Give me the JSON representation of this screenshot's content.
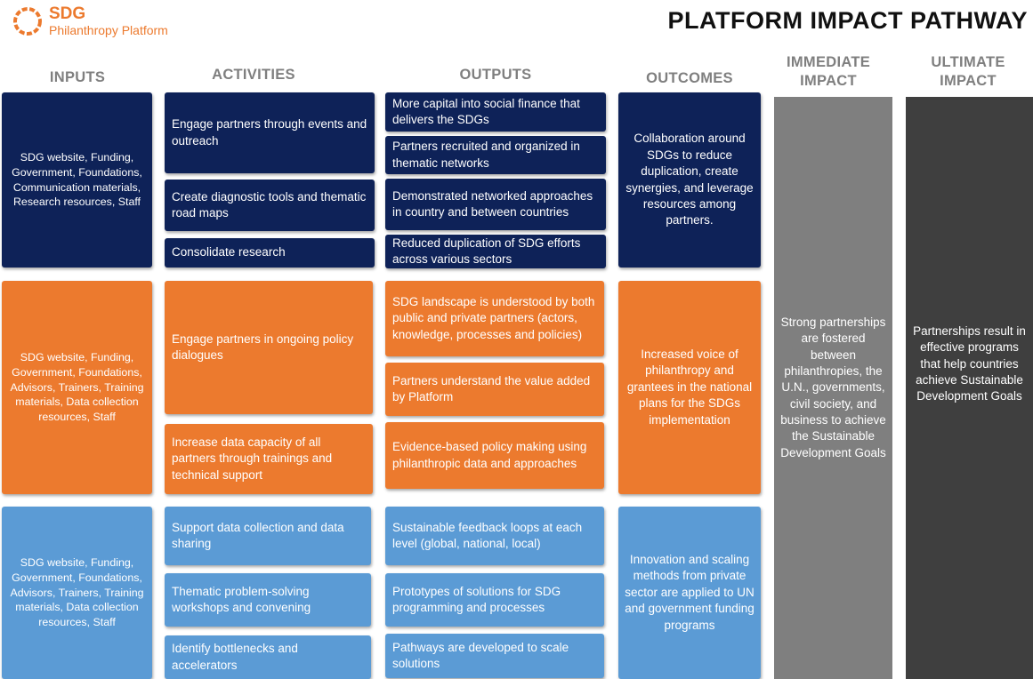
{
  "logo": {
    "brand": "SDG",
    "subtitle": "Philanthropy Platform"
  },
  "title": "PLATFORM IMPACT PATHWAY",
  "columns": {
    "inputs": "INPUTS",
    "activities": "ACTIVITIES",
    "outputs": "OUTPUTS",
    "outcomes": "OUTCOMES",
    "immediate_impact": "IMMEDIATE IMPACT",
    "ultimate_impact": "ULTIMATE IMPACT"
  },
  "colors": {
    "navy": "#0e2258",
    "orange": "#ec7a2e",
    "light_blue": "#5b9bd5",
    "immediate": "#7f7f7f",
    "ultimate": "#3f3f3f"
  },
  "rows": [
    {
      "color": "navy",
      "input": "SDG website, Funding, Government, Foundations, Communication materials, Research resources, Staff",
      "activities": [
        "Engage partners through events and outreach",
        "Create diagnostic tools and thematic road maps",
        "Consolidate research"
      ],
      "outputs": [
        "More capital into social finance that delivers the SDGs",
        "Partners recruited and organized in thematic networks",
        "Demonstrated networked approaches in country and between countries",
        "Reduced duplication of SDG efforts across various sectors"
      ],
      "outcome": "Collaboration around SDGs to reduce duplication, create synergies, and leverage resources among partners."
    },
    {
      "color": "orange",
      "input": "SDG website, Funding, Government, Foundations, Advisors, Trainers, Training materials, Data collection resources, Staff",
      "activities": [
        "Engage partners in ongoing policy dialogues",
        "Increase data capacity of all partners through trainings and technical support"
      ],
      "outputs": [
        "SDG landscape is understood by both public and private partners (actors, knowledge, processes and policies)",
        "Partners understand the value added by Platform",
        "Evidence-based policy making using philanthropic data and approaches"
      ],
      "outcome": "Increased voice of philanthropy and grantees in the national plans for the SDGs implementation"
    },
    {
      "color": "light_blue",
      "input": "SDG website, Funding, Government, Foundations, Advisors, Trainers, Training materials, Data collection resources, Staff",
      "activities": [
        "Support data collection and data sharing",
        "Thematic problem-solving workshops and convening",
        "Identify bottlenecks and accelerators"
      ],
      "outputs": [
        "Sustainable feedback loops at each level (global, national, local)",
        "Prototypes of solutions for SDG programming and processes",
        "Pathways are developed to scale solutions"
      ],
      "outcome": "Innovation and scaling methods from private sector are applied to UN and government funding programs"
    }
  ],
  "immediate_impact": "Strong partnerships are fostered between philanthropies, the U.N., governments, civil society, and business to achieve the Sustainable Development Goals",
  "ultimate_impact": "Partnerships result in effective programs that help countries achieve Sustainable Development Goals"
}
